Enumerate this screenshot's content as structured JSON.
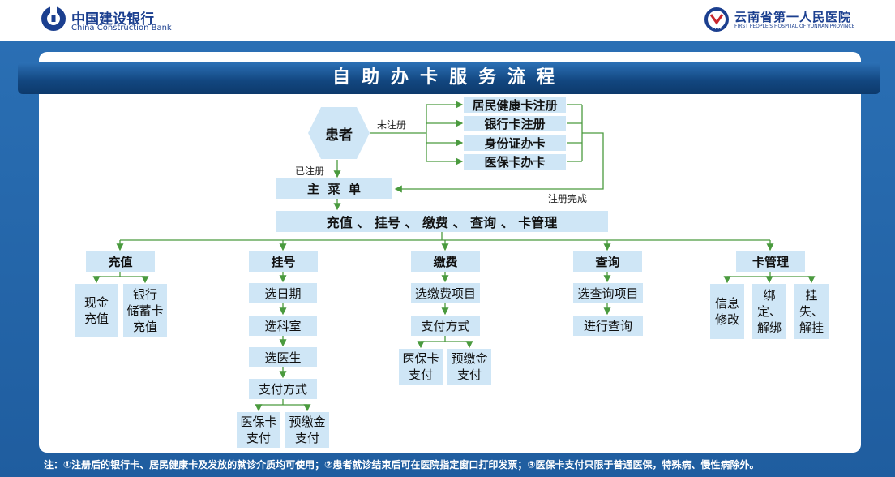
{
  "header": {
    "bank_name": "中国建设银行",
    "bank_name_en": "China Construction Bank",
    "hospital_name": "云南省第一人民医院",
    "hospital_name_en": "FIRST PEOPLE'S HOSPITAL OF YUNNAN PROVINCE",
    "hospital_badge": "FPH"
  },
  "title": "自助办卡服务流程",
  "patient": "患者",
  "edges": {
    "unregistered": "未注册",
    "registered": "已注册",
    "registration_done": "注册完成"
  },
  "registration_options": [
    "居民健康卡注册",
    "银行卡注册",
    "身份证办卡",
    "医保卡办卡"
  ],
  "main_menu": "主  菜  单",
  "services_bar": "充值 、 挂号 、 缴费 、 查询 、 卡管理",
  "categories": {
    "recharge": {
      "label": "充值",
      "children": [
        "现金\n充值",
        "银行\n储蓄卡\n充值"
      ]
    },
    "register": {
      "label": "挂号",
      "steps": [
        "选日期",
        "选科室",
        "选医生",
        "支付方式"
      ],
      "payments": [
        "医保卡\n支付",
        "预缴金\n支付"
      ]
    },
    "payment": {
      "label": "缴费",
      "steps": [
        "选缴费项目",
        "支付方式"
      ],
      "payments": [
        "医保卡\n支付",
        "预缴金\n支付"
      ]
    },
    "query": {
      "label": "查询",
      "steps": [
        "选查询项目",
        "进行查询"
      ]
    },
    "card_management": {
      "label": "卡管理",
      "children": [
        "信息\n修改",
        "绑定、\n解绑",
        "挂失、\n解挂"
      ]
    }
  },
  "footer": "注：①注册后的银行卡、居民健康卡及发放的就诊介质均可使用；②患者就诊结束后可在医院指定窗口打印发票；③医保卡支付只限于普通医保，特殊病、慢性病除外。",
  "colors": {
    "box_fill": "#cfe6f6",
    "arrow": "#4a9a3e",
    "banner": "#12467f",
    "background": "#2a6fb4"
  }
}
